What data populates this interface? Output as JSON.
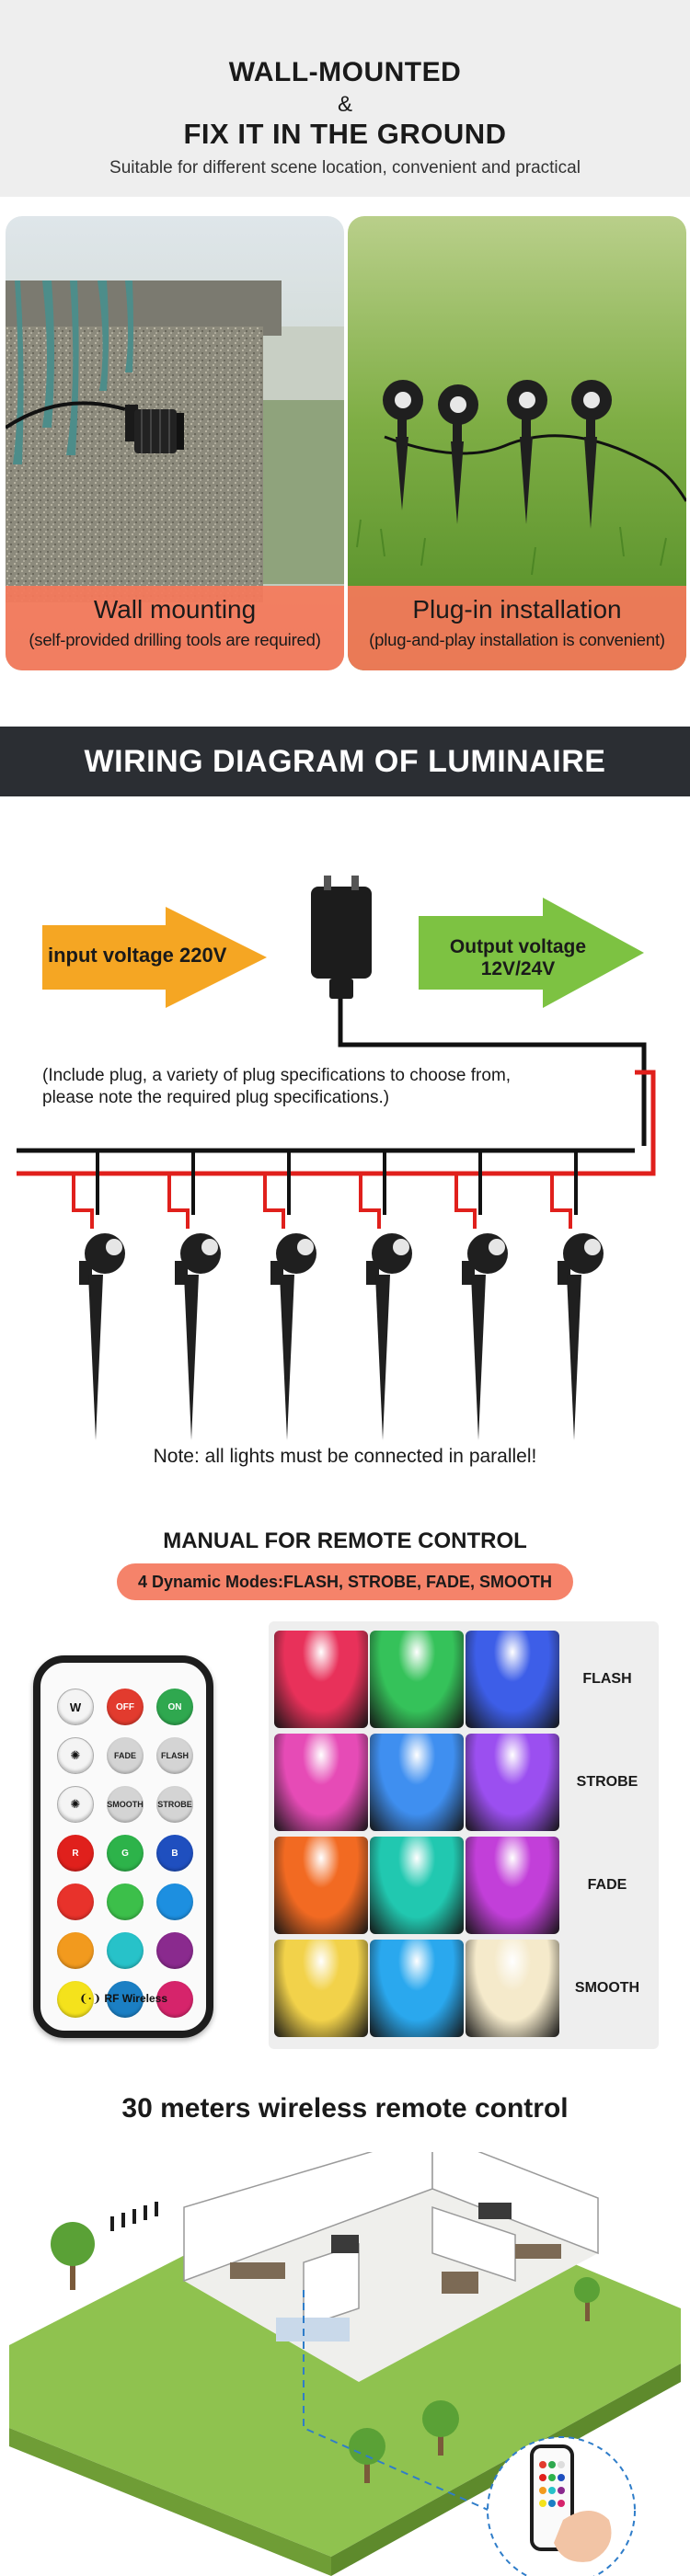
{
  "header": {
    "title_line1": "WALL-MOUNTED",
    "ampersand": "&",
    "title_line2": "FIX IT IN THE GROUND",
    "subtitle": "Suitable for different scene location, convenient and practical"
  },
  "install_options": [
    {
      "title": "Wall mounting",
      "note": "(self-provided drilling tools are required)"
    },
    {
      "title": "Plug-in installation",
      "note": "(plug-and-play installation is convenient)"
    }
  ],
  "wiring": {
    "band_title": "WIRING DIAGRAM OF LUMINAIRE",
    "input_label": "input voltage 220V",
    "output_label_line1": "Output  voltage",
    "output_label_line2": "12V/24V",
    "plug_note_line1": "(Include plug, a variety of plug specifications to choose from,",
    "plug_note_line2": "please note the required plug specifications.)",
    "parallel_note": "Note: all lights must be connected in parallel!",
    "light_count": 6,
    "colors": {
      "input_arrow": "#f5a623",
      "output_arrow": "#7dc242",
      "positive_wire": "#e0201c",
      "negative_wire": "#111111"
    }
  },
  "remote": {
    "title": "MANUAL FOR REMOTE CONTROL",
    "modes_line": "4 Dynamic Modes:FLASH,  STROBE,  FADE,  SMOOTH",
    "brand_label": "RF Wireless",
    "buttons": [
      {
        "label": "W",
        "style": "white",
        "color": "#f4f4f4"
      },
      {
        "label": "OFF",
        "style": "color",
        "color": "#e23b2e"
      },
      {
        "label": "ON",
        "style": "color",
        "color": "#2fa84f"
      },
      {
        "label": "✺",
        "style": "white",
        "color": "#f4f4f4"
      },
      {
        "label": "FADE",
        "style": "grey",
        "color": "#d4d4d4"
      },
      {
        "label": "FLASH",
        "style": "grey",
        "color": "#d4d4d4"
      },
      {
        "label": "✺",
        "style": "white",
        "color": "#f4f4f4"
      },
      {
        "label": "SMOOTH",
        "style": "grey",
        "color": "#d4d4d4"
      },
      {
        "label": "STROBE",
        "style": "grey",
        "color": "#d4d4d4"
      },
      {
        "label": "R",
        "style": "color",
        "color": "#e0201c"
      },
      {
        "label": "G",
        "style": "color",
        "color": "#2db34a"
      },
      {
        "label": "B",
        "style": "color",
        "color": "#1f4fbf"
      },
      {
        "label": "",
        "style": "color",
        "color": "#e8322b"
      },
      {
        "label": "",
        "style": "color",
        "color": "#3cbf4a"
      },
      {
        "label": "",
        "style": "color",
        "color": "#1d8fe0"
      },
      {
        "label": "",
        "style": "color",
        "color": "#f29a1e"
      },
      {
        "label": "",
        "style": "color",
        "color": "#27c2c9"
      },
      {
        "label": "",
        "style": "color",
        "color": "#8a2a8e"
      },
      {
        "label": "",
        "style": "color",
        "color": "#f4e21c"
      },
      {
        "label": "",
        "style": "color",
        "color": "#1b7fc4"
      },
      {
        "label": "",
        "style": "color",
        "color": "#d6246b"
      }
    ],
    "modes": [
      {
        "name": "FLASH",
        "colors": [
          "#e8315a",
          "#35c25a",
          "#3d5ee8"
        ]
      },
      {
        "name": "STROBE",
        "colors": [
          "#e64bb6",
          "#3f8ff0",
          "#9b4ff0"
        ]
      },
      {
        "name": "FADE",
        "colors": [
          "#f26a22",
          "#21c8b0",
          "#c23fd9"
        ]
      },
      {
        "name": "SMOOTH",
        "colors": [
          "#f2d24a",
          "#2aa8ee",
          "#f5eacb"
        ]
      }
    ]
  },
  "wireless": {
    "title": "30 meters wireless remote control"
  }
}
